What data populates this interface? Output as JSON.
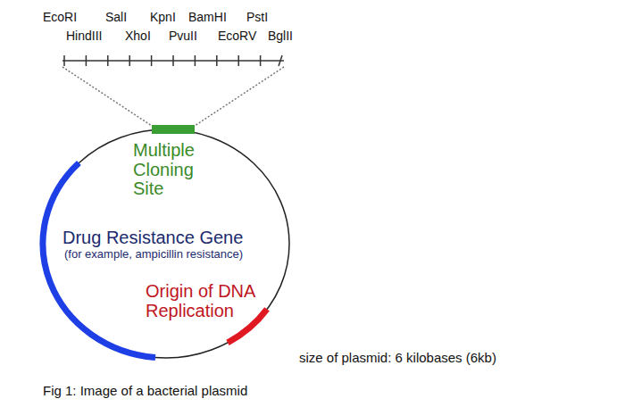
{
  "diagram": {
    "caption": "Fig 1: Image of a bacterial plasmid",
    "labels": [
      "EcoRI",
      "SalI",
      "KpnI",
      "BamHI",
      "PstI",
      "HindIII",
      "XhoI",
      "PvuII",
      "EcoRV",
      "BglII",
      "Multiple Cloning Site",
      "Drug Resistance Gene",
      "(for example, ampicillin resistance)",
      "Origin of DNA Replication",
      "size of plasmid: 6 kilobases (6kb)"
    ]
  }
}
